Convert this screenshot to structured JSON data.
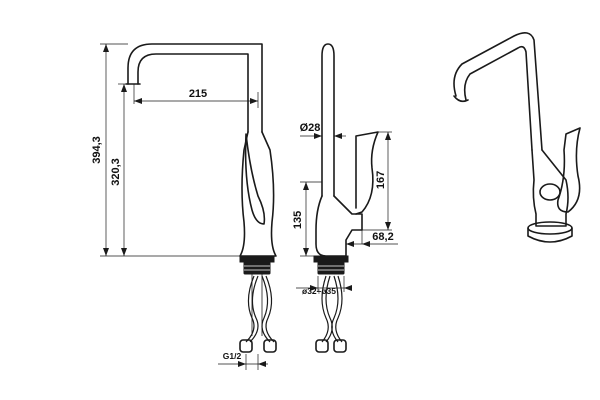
{
  "dimensions": {
    "overall_height": "394,3",
    "spout_height": "320,3",
    "spout_reach": "215",
    "spout_diameter": "Ø28",
    "handle_height": "167",
    "body_height": "135",
    "handle_offset": "68,2",
    "base_diameters": "ø32÷ø35",
    "connection_thread": "G1/2"
  },
  "views": [
    "front-view",
    "side-view",
    "perspective-view"
  ]
}
